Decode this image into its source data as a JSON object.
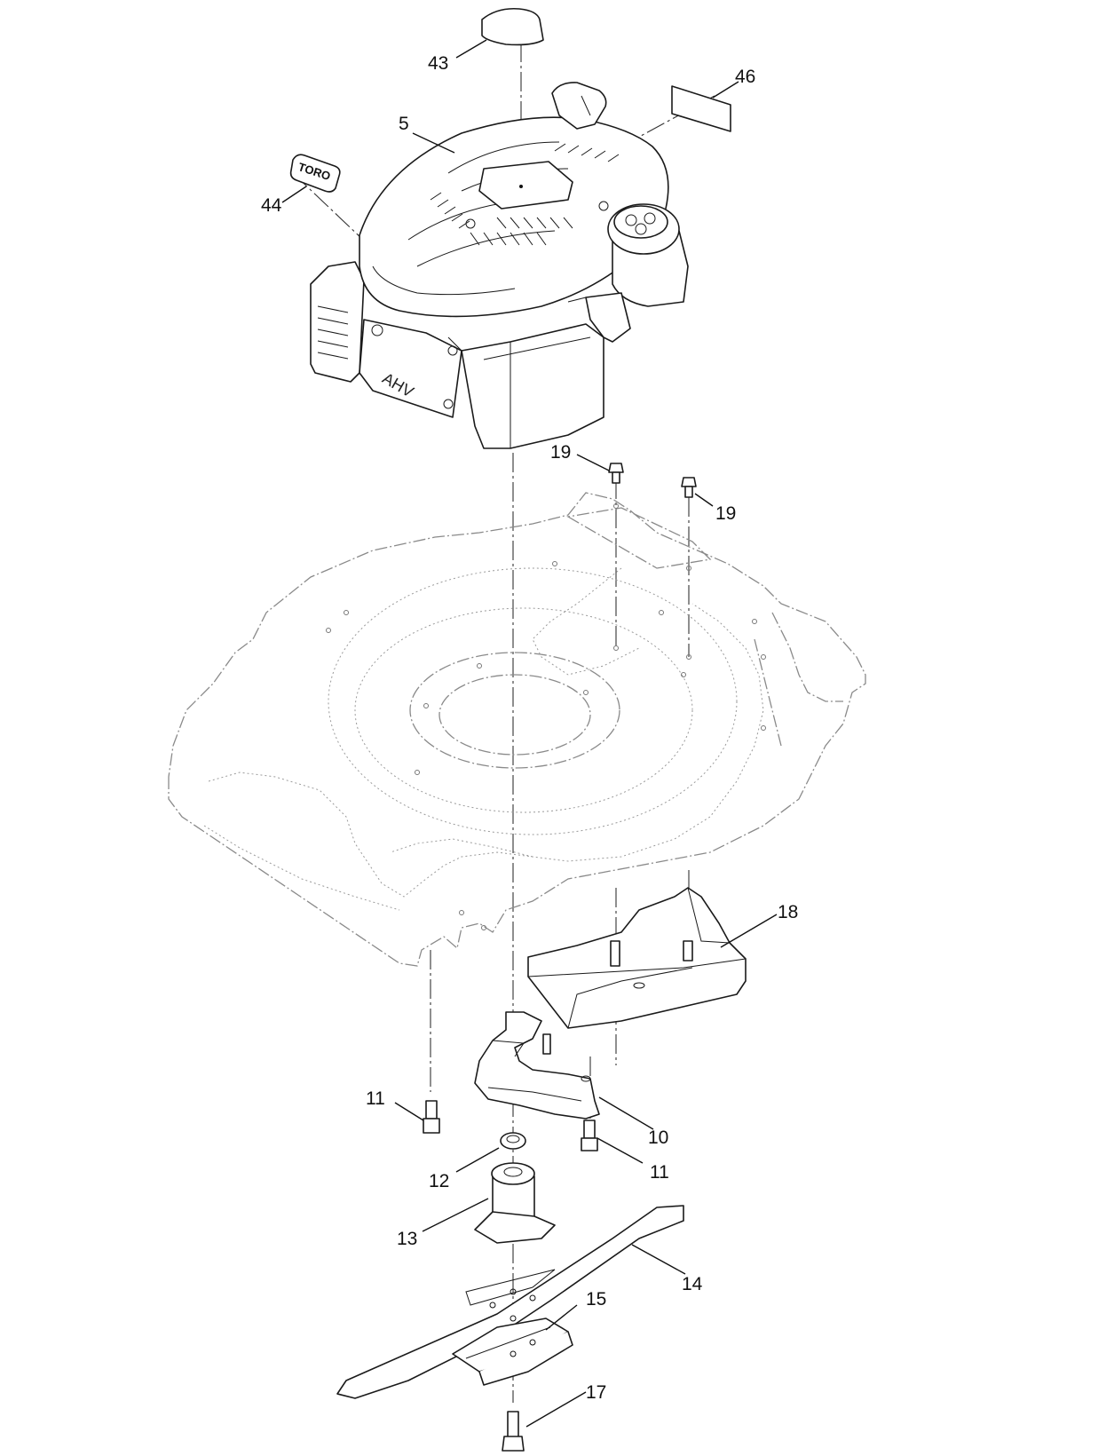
{
  "callouts": {
    "c43": "43",
    "c46": "46",
    "c5": "5",
    "c44": "44",
    "c19a": "19",
    "c19b": "19",
    "c18": "18",
    "c11a": "11",
    "c10": "10",
    "c11b": "11",
    "c12": "12",
    "c13": "13",
    "c14": "14",
    "c15": "15",
    "c17": "17"
  },
  "decal_logo_text": "TORO",
  "engine_brand_text": "AHV"
}
